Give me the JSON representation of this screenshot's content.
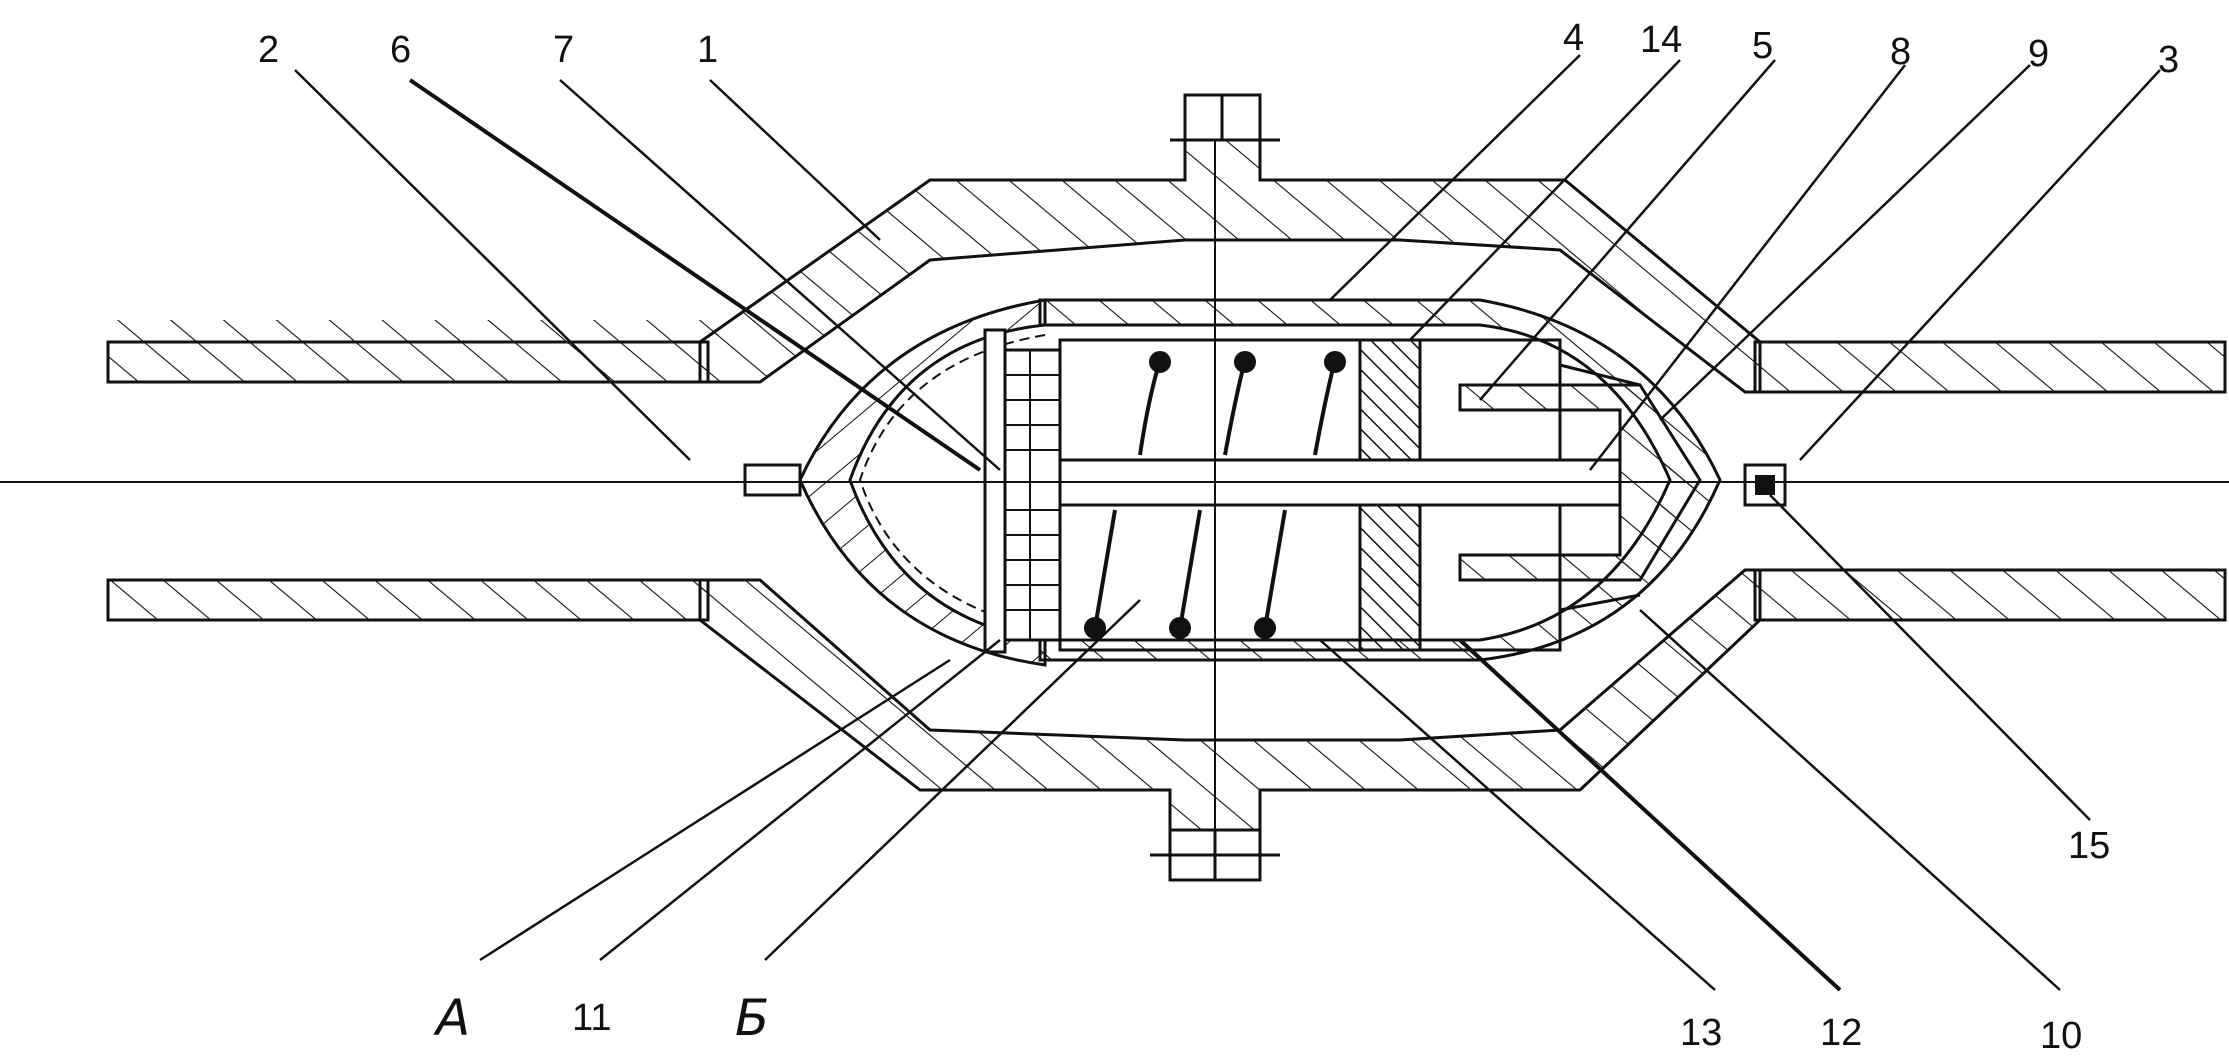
{
  "diagram": {
    "callouts": {
      "n1": "1",
      "n2": "2",
      "n3": "3",
      "n4": "4",
      "n5": "5",
      "n6": "6",
      "n7": "7",
      "n8": "8",
      "n9": "9",
      "n10": "10",
      "n11": "11",
      "n12": "12",
      "n13": "13",
      "n14": "14",
      "n15": "15",
      "zoneA": "А",
      "zoneB": "Б"
    },
    "colors": {
      "ink": "#111111",
      "background": "#ffffff",
      "insert": "#1a1a1a"
    }
  }
}
